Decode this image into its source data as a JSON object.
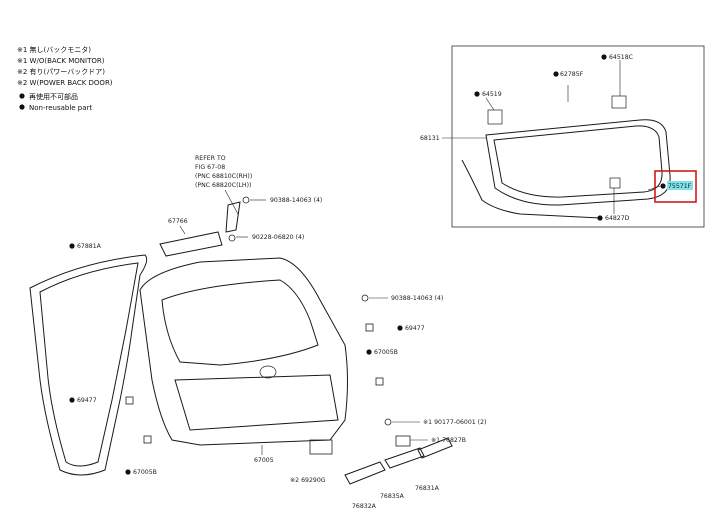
{
  "legend": {
    "l1": "※1  無し(バックモニタ)",
    "l2": "※1  W/O(BACK MONITOR)",
    "l3": "※2  有り(パワーバックドア)",
    "l4": "※2  W(POWER BACK DOOR)",
    "l5": "再使用不可部品",
    "l6": "Non-reusable part"
  },
  "refer": {
    "t1": "REFER TO",
    "t2": "FIG 67-08",
    "t3": "(PNC 68810C(RH))",
    "t4": "(PNC 68820C(LH))"
  },
  "labels": {
    "p64518C": "64518C",
    "p62785F": "62785F",
    "p64519": "64519",
    "p68131": "68131",
    "p75571F": "75571F",
    "p64827D": "64827D",
    "p90388a": "90388-14063 (4)",
    "p90228": "90228-06820 (4)",
    "p67766": "67766",
    "p67881A": "67881A",
    "p90388b": "90388-14063 (4)",
    "p69477r": "69477",
    "p67005Br": "67005B",
    "p69477l": "69477",
    "p90177": "※1 90177-06001 (2)",
    "p76827B": "※1 76827B",
    "p67005": "67005",
    "p69290G": "※2 69290G",
    "p76831A": "76831A",
    "p76835A": "76835A",
    "p76832A": "76832A",
    "p67005Bl": "67005B"
  }
}
